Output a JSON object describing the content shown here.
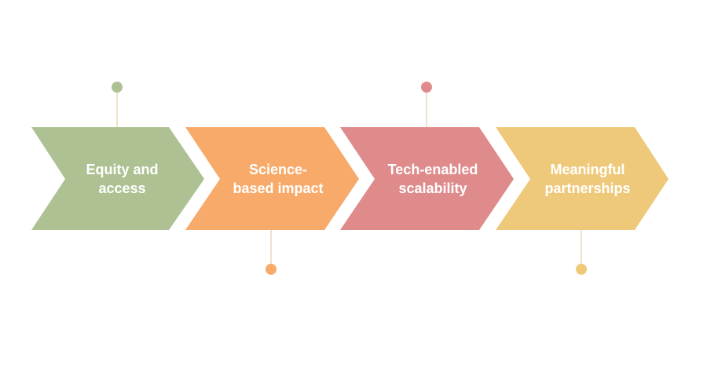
{
  "steps": [
    {
      "line1": "Equity and",
      "line2": "access",
      "color": "#aec193",
      "connector": "top"
    },
    {
      "line1": "Science-",
      "line2": "based impact",
      "color": "#f8aa6b",
      "connector": "bottom"
    },
    {
      "line1": "Tech-enabled",
      "line2": "scalability",
      "color": "#df8b8c",
      "connector": "top"
    },
    {
      "line1": "Meaningful",
      "line2": "partnerships",
      "color": "#efc97a",
      "connector": "bottom"
    }
  ],
  "connector_line_color": "#e4cfa9"
}
